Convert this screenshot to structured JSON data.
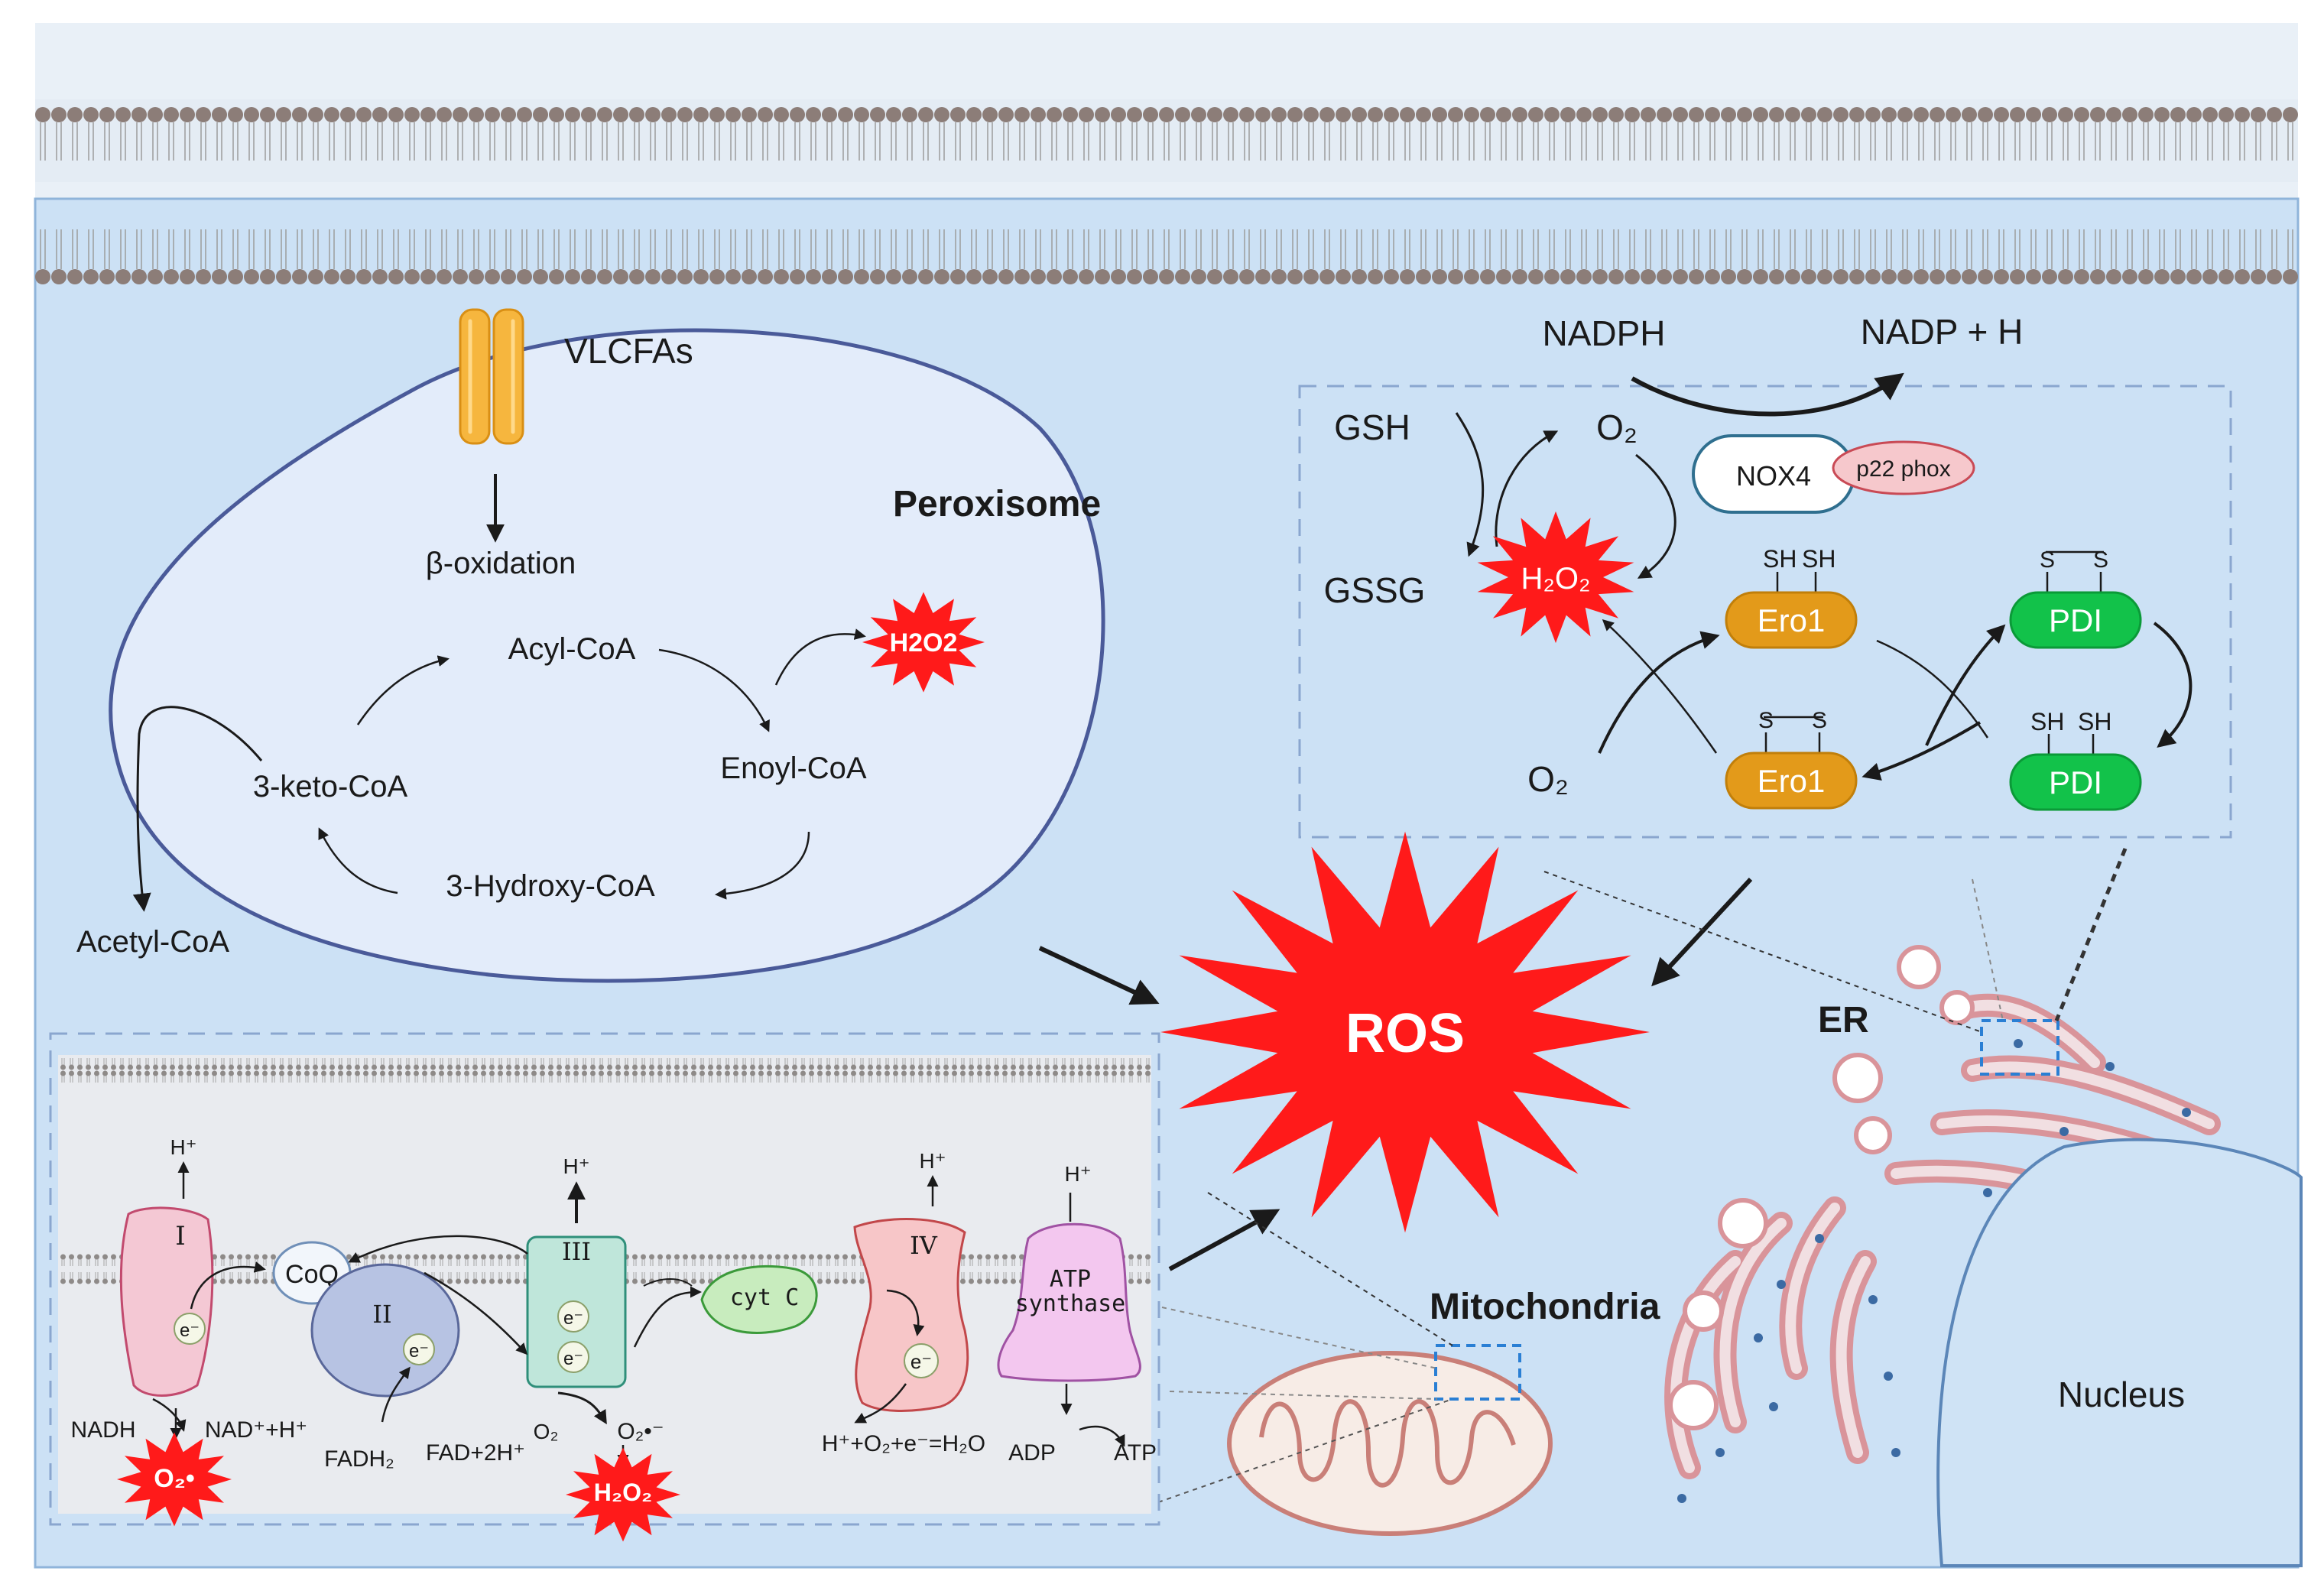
{
  "labels": {
    "vlcfas": "VLCFAs",
    "peroxisome": "Peroxisome",
    "beta_oxidation": "β-oxidation",
    "acyl_coa": "Acyl-CoA",
    "enoyl_coa": "Enoyl-CoA",
    "hydroxy_coa": "3-Hydroxy-CoA",
    "keto_coa": "3-keto-CoA",
    "acetyl_coa": "Acetyl-CoA",
    "h2o2": "H2O2",
    "ros": "ROS",
    "er": "ER",
    "mitochondria": "Mitochondria",
    "nucleus": "Nucleus"
  },
  "er_panel": {
    "nadph": "NADPH",
    "nadp_h": "NADP + H",
    "gsh": "GSH",
    "gssg": "GSSG",
    "o2": "O₂",
    "nox4": "NOX4",
    "p22phox": "p22 phox",
    "h2o2": "H₂O₂",
    "ero1": "Ero1",
    "pdi": "PDI",
    "sh": "SH",
    "s": "S"
  },
  "etc_panel": {
    "complex_1": "I",
    "complex_2": "II",
    "complex_3": "III",
    "complex_4": "IV",
    "coq": "CoQ",
    "cyt_c": "cyt C",
    "atp_synthase_line1": "ATP",
    "atp_synthase_line2": "synthase",
    "h_plus": "H⁺",
    "electron": "e⁻",
    "nadh": "NADH",
    "nad_h": "NAD⁺+H⁺",
    "fadh2": "FADH₂",
    "fad_2h": "FAD+2H⁺",
    "o2": "O₂",
    "superoxide": "O₂•⁻",
    "superoxide_burst": "O₂•",
    "h2o2": "H₂O₂",
    "water_eq": "H⁺+O₂+e⁻=H₂O",
    "adp": "ADP",
    "atp": "ATP"
  },
  "colors": {
    "cytoplasm": "#cce1f5",
    "peroxisome_fill": "#e3ecfa",
    "peroxisome_edge": "#4a5a99",
    "ros_red": "#ff1a1a",
    "ero1_orange": "#e39a1a",
    "pdi_green": "#12c24a",
    "er_pink": "#d9949a",
    "mito_pink": "#c97f78",
    "membrane_brown": "#8c7d78",
    "complex1": "#f4c8d4",
    "complex2": "#b7c3e3",
    "complex3": "#bfe6da",
    "complex4": "#f7c6c8",
    "atp_synthase": "#f3c7ef",
    "cytc": "#c8ecbe"
  }
}
